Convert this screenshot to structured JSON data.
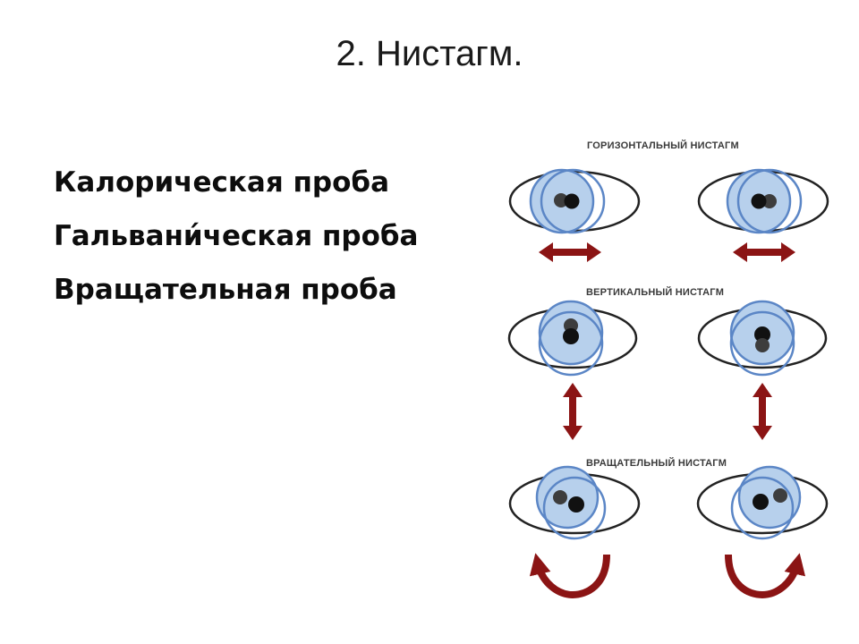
{
  "slide": {
    "title": "2. Нистагм.",
    "tests": [
      "Калорическая проба",
      "Гальвани́ческая проба",
      "Вращательная проба"
    ]
  },
  "figure": {
    "headings": {
      "horizontal": "ГОРИЗОНТАЛЬНЫЙ НИСТАГМ",
      "vertical": "ВЕРТИКАЛЬНЫЙ НИСТАГМ",
      "rotational": "ВРАЩАТЕЛЬНЫЙ НИСТАГМ"
    },
    "colors": {
      "iris_fill": "#b7d0ec",
      "iris_stroke": "#5b86c6",
      "pupil_dark": "#111111",
      "pupil_grey": "#3d3d3d",
      "arrow": "#8b1414"
    }
  }
}
